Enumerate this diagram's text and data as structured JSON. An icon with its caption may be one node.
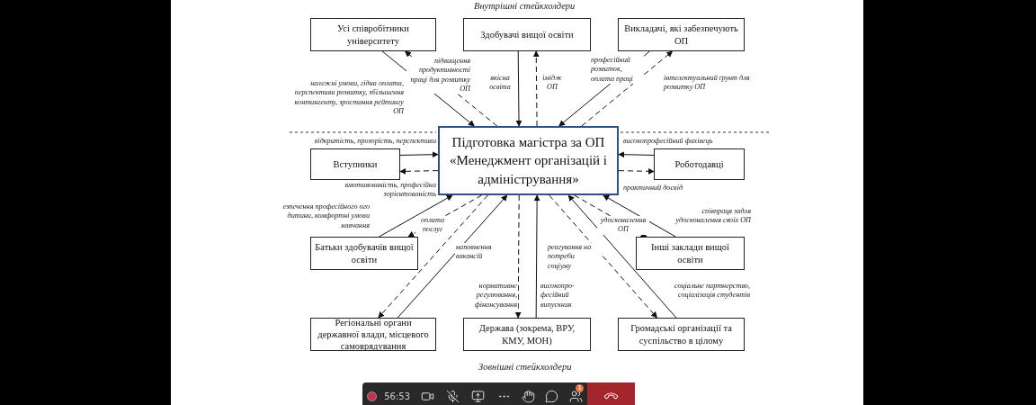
{
  "diagram": {
    "nodes": [
      {
        "text": [
          "Усі співробітники університету"
        ]
      },
      {
        "text": [
          "Здобувачі вищої освіти"
        ]
      },
      {
        "text": [
          "Викладачі, які забезпечують ОП"
        ]
      },
      {
        "text": [
          "Підготовка магістра за ОП «Менеджмент організацій і адміністрування»"
        ]
      },
      {
        "text": [
          "Вступники"
        ]
      },
      {
        "text": [
          "Роботодавці"
        ]
      },
      {
        "text": [
          "Батьки здобувачів вищої освіти"
        ]
      },
      {
        "text": [
          "Інші заклади вищої освіти"
        ]
      },
      {
        "text": [
          "Регіональні органи державної влади, місцевого самоврядування"
        ]
      },
      {
        "text": [
          "Держава (зокрема, ВРУ, КМУ, МОН)"
        ]
      },
      {
        "text": [
          "Громадські організації та суспільство в цілому"
        ]
      }
    ],
    "edges": [
      {
        "from": 0,
        "to": 3,
        "arrow": "to",
        "label": "належні умови, гідна оплата, перспективи розвитку, збільшення контингенту, зростання рейтингу ОП"
      },
      {
        "from": 3,
        "to": 0,
        "arrow": "to",
        "style": "dashed",
        "label": "підвищення продуктивності праці для розвитку ОП"
      },
      {
        "from": 1,
        "to": 3,
        "arrow": "to",
        "label": "якісна освіта"
      },
      {
        "from": 3,
        "to": 1,
        "arrow": "to",
        "style": "dashed",
        "label": "імідж ОП"
      },
      {
        "from": 2,
        "to": 3,
        "arrow": "to",
        "label": "професійний розвиток, оплата праці"
      },
      {
        "from": 3,
        "to": 2,
        "arrow": "to",
        "style": "dashed",
        "label": "інтелектуальний ґрунт для розвитку ОП"
      },
      {
        "from": 4,
        "to": 3,
        "arrow": "to",
        "label": "відкритість, прозорість, перспективи"
      },
      {
        "from": 3,
        "to": 4,
        "arrow": "to",
        "style": "dashed",
        "label": "вмотивованість, професійна зорієнтованість"
      },
      {
        "from": 5,
        "to": 3,
        "arrow": "to",
        "label": "високопрофесійний фахівець"
      },
      {
        "from": 3,
        "to": 5,
        "arrow": "to",
        "style": "dashed",
        "label": "практичний досвід"
      },
      {
        "from": 6,
        "to": 3,
        "arrow": "to",
        "label": "езпечення професійного ого дитини, комфортні умови навчання"
      },
      {
        "from": 3,
        "to": 6,
        "arrow": "to",
        "style": "dashed",
        "label": "оплата послуг"
      },
      {
        "from": 8,
        "to": 3,
        "arrow": "to",
        "label": "наповнення вакансій"
      },
      {
        "from": 3,
        "to": 8,
        "arrow": "to",
        "style": "dashed"
      },
      {
        "from": 3,
        "to": 9,
        "arrow": "to",
        "style": "dashed",
        "label": "нормативне регулювання, фінансування"
      },
      {
        "from": 9,
        "to": 3,
        "arrow": "to",
        "label": "високопро-фесійний випускник"
      },
      {
        "from": 7,
        "to": 3,
        "arrow": "to",
        "label": "співпраця задля удосконалення своїх ОП"
      },
      {
        "from": 3,
        "to": 7,
        "arrow": "to",
        "style": "dashed",
        "label": "удосконалення ОП"
      },
      {
        "from": 10,
        "to": 3,
        "arrow": "to",
        "label": "соціальне партнерство, соціалізація студентів"
      },
      {
        "from": 3,
        "to": 10,
        "arrow": "to",
        "style": "dashed",
        "label": "реагування на потреби соціуму"
      }
    ],
    "labels": [
      "Внутрішні стейкхолдери",
      "Зовнішні стейкхолдери",
      "56:53",
      "1"
    ]
  }
}
